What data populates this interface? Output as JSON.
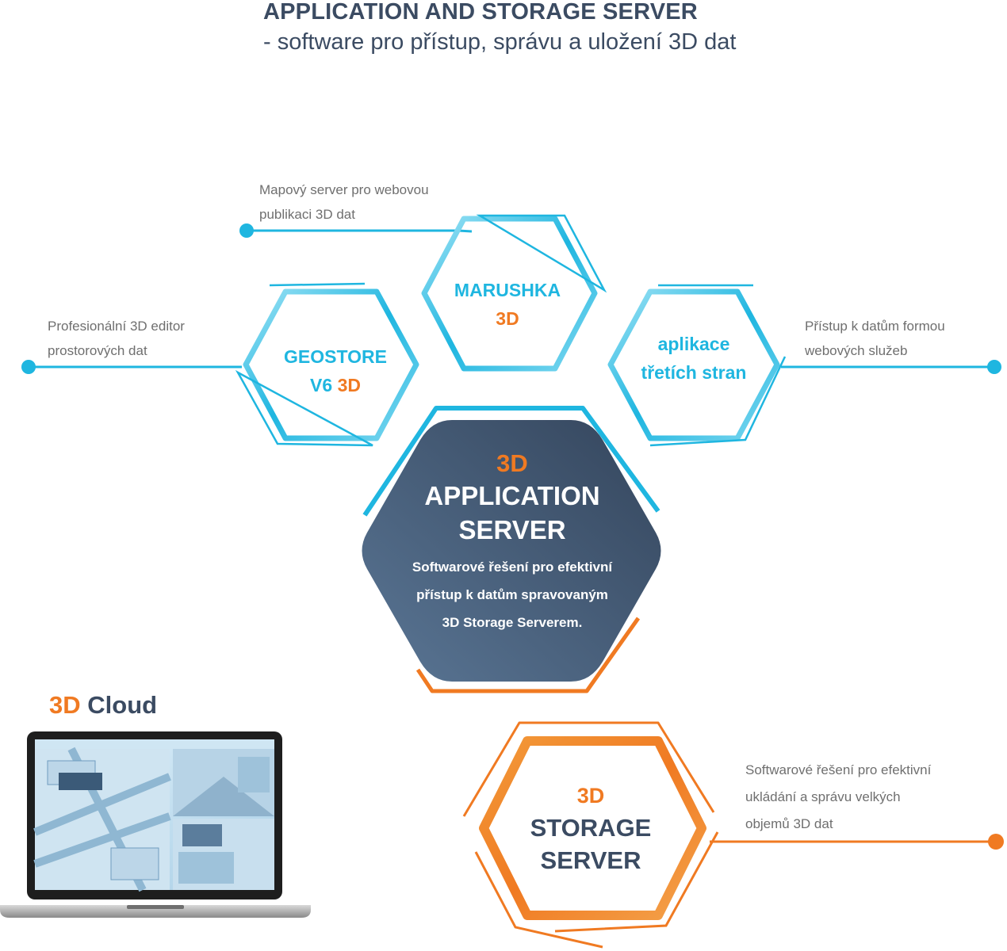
{
  "header": {
    "title": "APPLICATION AND STORAGE SERVER",
    "subtitle": "- software pro přístup, správu a uložení 3D dat"
  },
  "nodes": {
    "marushka": {
      "line1": "MARUSHKA",
      "line2": "3D",
      "note_line1": "Mapový server pro webovou",
      "note_line2": "publikaci 3D dat"
    },
    "geostore": {
      "line1": "GEOSTORE",
      "line2_prefix": "V6 ",
      "line2_accent": "3D",
      "note_line1": "Profesionální 3D editor",
      "note_line2": "prostorových dat"
    },
    "third_party": {
      "line1": "aplikace",
      "line2": "třetích stran",
      "note_line1": "Přístup k datům formou",
      "note_line2": "webových služeb"
    },
    "application_server": {
      "line1": "3D",
      "line2": "APPLICATION",
      "line3": "SERVER",
      "desc_line1": "Softwarové řešení pro efektivní",
      "desc_line2": "přístup k datům spravovaným",
      "desc_line3": "3D Storage Serverem."
    },
    "storage_server": {
      "line1": "3D",
      "line2": "STORAGE",
      "line3": "SERVER",
      "note_line1": "Softwarové řešení pro efektivní",
      "note_line2": "ukládání a správu velkých",
      "note_line3": "objemů 3D dat"
    }
  },
  "cloud": {
    "accent": "3D",
    "label": " Cloud"
  },
  "colors": {
    "cyan": "#1fb6e0",
    "orange": "#f07a22",
    "navy": "#3b4b62",
    "grey_text": "#6f6f6f"
  }
}
